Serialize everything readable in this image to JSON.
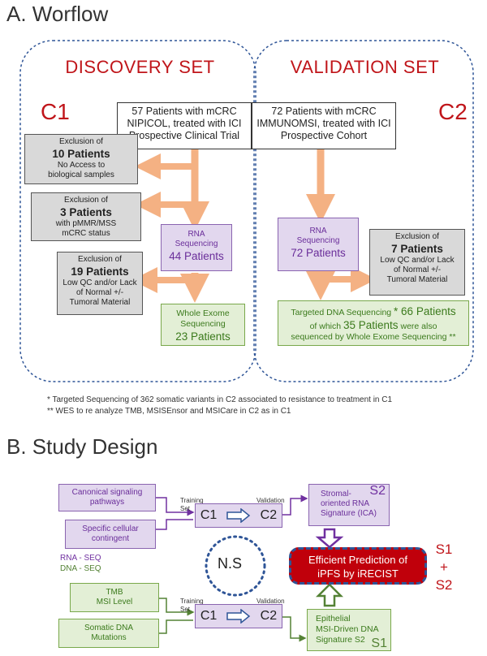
{
  "section_a": {
    "title": "A. Worflow",
    "discovery_title": "DISCOVERY SET",
    "validation_title": "VALIDATION SET",
    "c1_label": "C1",
    "c2_label": "C2",
    "c1_cohort": {
      "line1": "57 Patients with mCRC",
      "line2": "NIPICOL, treated with ICI",
      "line3": "Prospective Clinical Trial"
    },
    "c2_cohort": {
      "line1": "72 Patients with mCRC",
      "line2": "IMMUNOMSI, treated with ICI",
      "line3": "Prospective Cohort"
    },
    "excl1": {
      "pre": "Exclusion of",
      "count": "10 Patients",
      "l1": "No Access to",
      "l2": "biological samples"
    },
    "excl2": {
      "pre": "Exclusion of",
      "count": "3 Patients",
      "l1": "with pMMR/MSS",
      "l2": "mCRC status"
    },
    "excl3": {
      "pre": "Exclusion of",
      "count": "19 Patients",
      "l1": "Low QC and/or Lack",
      "l2": "of Normal +/-",
      "l3": "Tumoral Material"
    },
    "excl4": {
      "pre": "Exclusion of",
      "count": "7 Patients",
      "l1": "Low QC and/or Lack",
      "l2": "of Normal +/-",
      "l3": "Tumoral Material"
    },
    "rna_c1": {
      "l1": "RNA",
      "l2": "Sequencing",
      "count": "44 Patients"
    },
    "rna_c2": {
      "l1": "RNA",
      "l2": "Sequencing",
      "count": "72 Patients"
    },
    "wes_c1": {
      "l1": "Whole Exome",
      "l2": "Sequencing",
      "count": "23 Patients"
    },
    "targeted": {
      "a": "Targeted DNA Sequencing",
      "b": "* 66 Patients",
      "c": "of which",
      "d": "35 Patients",
      "e": "were also",
      "f": "sequenced by Whole Exome Sequencing **"
    },
    "footnote1": "* Targeted Sequencing of 362 somatic variants in C2 associated to resistance to treatment in C1",
    "footnote2": "** WES to re analyze TMB, MSISEnsor and MSICare in C2 as in C1"
  },
  "section_b": {
    "title": "B. Study Design",
    "canonical": {
      "l1": "Canonical signaling",
      "l2": "pathways"
    },
    "specific": {
      "l1": "Specific cellular",
      "l2": "contingent"
    },
    "tmb": {
      "l1": "TMB",
      "l2": "MSI Level"
    },
    "somatic": {
      "l1": "Somatic DNA",
      "l2": "Mutations"
    },
    "legend_rna": "RNA  -  SEQ",
    "legend_dna": "DNA  -  SEQ",
    "training_set": "Training Set",
    "validation_set": "Validation Set",
    "c1": "C1",
    "c2": "C2",
    "ns": "N.S",
    "stromal": {
      "l1": "Stromal-",
      "l2": "oriented RNA",
      "l3": "Signature (ICA)",
      "tag": "S2"
    },
    "epithelial": {
      "l1": "Epithelial",
      "l2": "MSI-Driven DNA",
      "l3": "Signature S2",
      "tag": "S1"
    },
    "prediction": {
      "l1": "Efficient Prediction of",
      "l2": "iPFS by iRECIST"
    },
    "s1": "S1",
    "plus": "+",
    "s2": "S2"
  },
  "colors": {
    "orange_arrow": "#f4b183",
    "red": "#c0151a",
    "purple": "#7030a0",
    "green": "#548235",
    "dashed_blue": "#2f5597"
  }
}
